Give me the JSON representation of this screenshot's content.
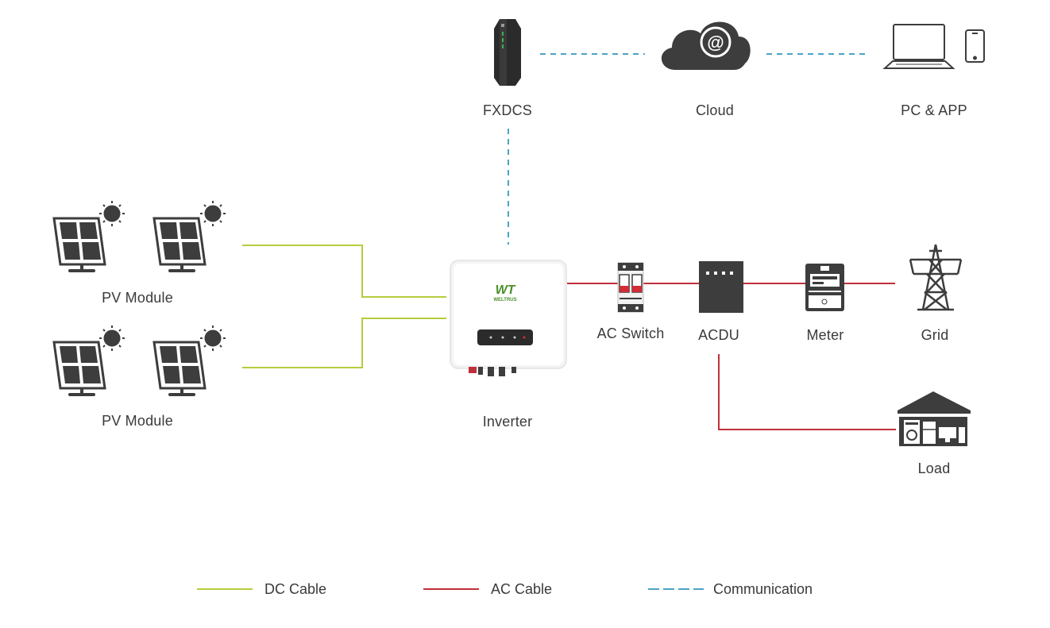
{
  "labels": {
    "fxdcs": "FXDCS",
    "cloud": "Cloud",
    "pc_app": "PC & APP",
    "pv_module_top": "PV Module",
    "pv_module_bottom": "PV Module",
    "inverter": "Inverter",
    "ac_switch": "AC Switch",
    "acdu": "ACDU",
    "meter": "Meter",
    "grid": "Grid",
    "load": "Load"
  },
  "inverter_brand": "WELTRUS",
  "inverter_logo": "WT",
  "cloud_symbol": "@",
  "legend": [
    {
      "key": "dc",
      "label": "DC Cable"
    },
    {
      "key": "ac",
      "label": "AC Cable"
    },
    {
      "key": "comm",
      "label": "Communication"
    }
  ],
  "colors": {
    "dc_cable": "#b5cd3d",
    "ac_cable": "#c0303a",
    "communication": "#4aa3c8",
    "device_dark": "#3d3d3d",
    "logo_green": "#4a8f2a"
  }
}
